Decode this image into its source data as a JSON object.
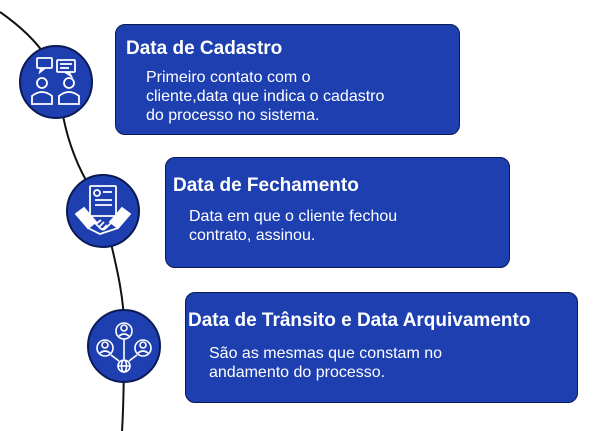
{
  "colors": {
    "card_fill": "#1d3fb0",
    "card_border": "#0b1a55",
    "text": "#ffffff",
    "line": "#111111"
  },
  "items": [
    {
      "title": "Data de Cadastro",
      "lines": [
        "Primeiro contato com o",
        "cliente,data que indica o cadastro",
        "do processo no sistema."
      ],
      "icon": "meeting-chat-icon"
    },
    {
      "title": "Data de Fechamento",
      "lines": [
        "Data em que o cliente fechou",
        "contrato, assinou."
      ],
      "icon": "handshake-contract-icon"
    },
    {
      "title": "Data de Trânsito e Data Arquivamento",
      "lines": [
        "São as mesmas que constam no",
        "andamento do processo."
      ],
      "icon": "people-network-icon"
    }
  ]
}
